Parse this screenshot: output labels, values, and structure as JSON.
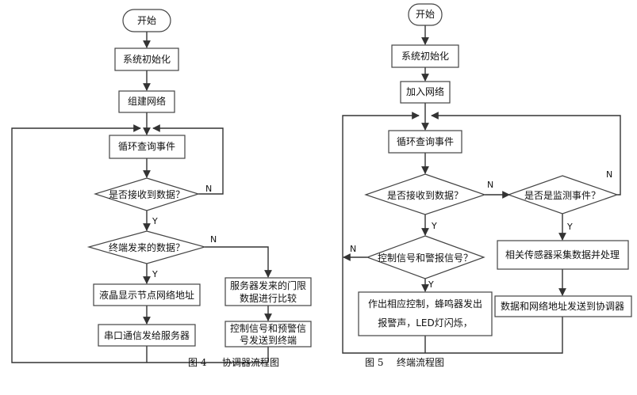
{
  "fig4": {
    "start": "开始",
    "init": "系统初始化",
    "build_network": "组建网络",
    "loop_query": "循环查询事件",
    "received_q": "是否接收到数据？",
    "terminal_q": "终端发来的数据？",
    "lcd_display": "液晶显示节点网络地址",
    "serial_send": "串口通信发给服务器",
    "server_threshold_line1": "服务器发来的门限",
    "server_threshold_line2": "数据进行比较",
    "ctrl_send_line1": "控制信号和预警信",
    "ctrl_send_line2": "号发送到终端",
    "label_n1": "N",
    "label_y1": "Y",
    "label_n2": "N",
    "label_y2": "Y",
    "caption_num": "图 4",
    "caption_title": "协调器流程图"
  },
  "fig5": {
    "start": "开始",
    "init": "系统初始化",
    "join_network": "加入网络",
    "loop_query": "循环查询事件",
    "received_q": "是否接收到数据？",
    "monitor_q": "是否是监测事件？",
    "ctrl_alarm_q": "控制信号和警报信号？",
    "action_line1": "作出相应控制，蜂鸣器发出",
    "action_line2": "报警声，LED灯闪烁，",
    "sensor_collect": "相关传感器采集数据并处理",
    "send_coord": "数据和网络地址发送到协调器",
    "label_n1": "N",
    "label_y1": "Y",
    "label_n2": "N",
    "label_y2": "Y",
    "label_n3": "N",
    "label_y3": "Y",
    "caption_num": "图 5",
    "caption_title": "终端流程图"
  }
}
